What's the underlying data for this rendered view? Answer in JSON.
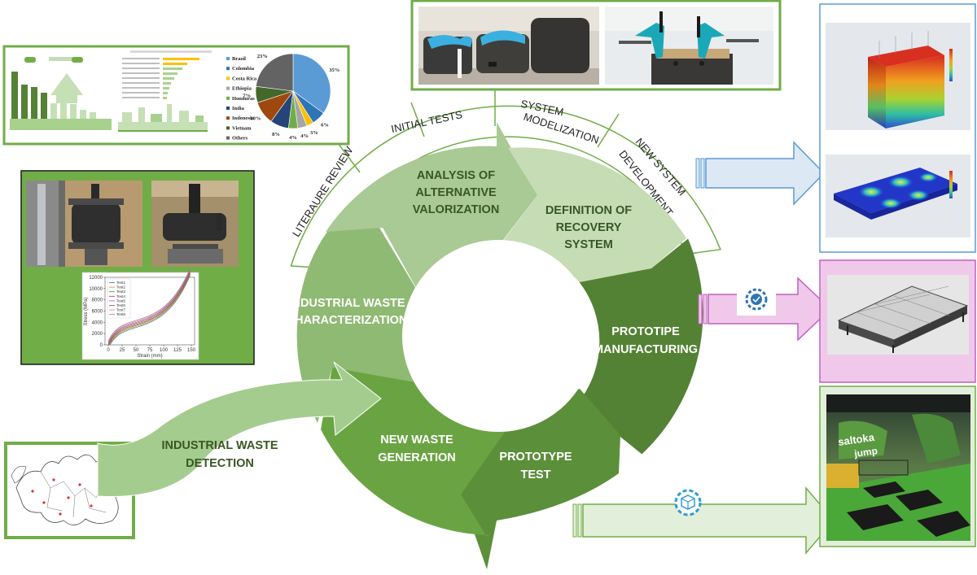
{
  "outer_band": {
    "literature": "LITERAURE REVIEW",
    "initial_tests": "INITIAL TESTS",
    "system_modelization_line1": "SYSTEM",
    "system_modelization_line2": "MODELIZATION",
    "new_system_line1": "NEW SYSTEM",
    "new_system_line2": "DEVELOPMENT"
  },
  "cycle": {
    "analysis": [
      "ANALYSIS OF",
      "ALTERNATIVE",
      "VALORIZATION"
    ],
    "definition": [
      "DEFINITION OF",
      "RECOVERY",
      "SYSTEM"
    ],
    "manufacturing": [
      "PROTOTIPE",
      "MANUFACTURING"
    ],
    "test": [
      "PROTOTYPE",
      "TEST"
    ],
    "generation": [
      "NEW WASTE",
      "GENERATION"
    ],
    "characterization": [
      "INDUSTRIAL WASTE",
      "CHARACTERIZATION"
    ]
  },
  "detection": [
    "INDUSTRIAL WASTE",
    "DETECTION"
  ],
  "stress_chart": {
    "ylabel": "Stress (MPa)",
    "xlabel": "Strain (mm)",
    "yticks": [
      "0",
      "2000",
      "4000",
      "6000",
      "8000",
      "10000",
      "12000"
    ],
    "xticks": [
      "0",
      "25",
      "50",
      "75",
      "100",
      "125",
      "150"
    ],
    "legend": [
      "Test1",
      "Test2",
      "Test3",
      "Test4",
      "Test5",
      "Test6",
      "Test7",
      "Test8"
    ],
    "colors": [
      "#1f77b4",
      "#ff7f0e",
      "#2ca02c",
      "#d62728",
      "#9467bd",
      "#8c564b",
      "#e377c2",
      "#7f7f7f"
    ]
  },
  "pie_chart": {
    "legend": [
      "Brazil",
      "Colombia",
      "Costa Rica",
      "Ethiopia",
      "Honduras",
      "India",
      "Indonesia",
      "Vietnam",
      "Others"
    ],
    "slices": [
      {
        "value": 35,
        "color": "#5b9bd5"
      },
      {
        "value": 6,
        "color": "#2e75b6"
      },
      {
        "value": 3,
        "color": "#ffc000"
      },
      {
        "value": 4,
        "color": "#a5a5a5"
      },
      {
        "value": 4,
        "color": "#70ad47"
      },
      {
        "value": 8,
        "color": "#264478"
      },
      {
        "value": 10,
        "color": "#9e480e"
      },
      {
        "value": 7,
        "color": "#43682b"
      },
      {
        "value": 23,
        "color": "#636363"
      }
    ],
    "labels": [
      "35%",
      "6%",
      "3%",
      "4%",
      "4%",
      "8%",
      "10%",
      "7%",
      "23%"
    ]
  },
  "colors": {
    "c_analysis": "#a9c995",
    "c_definition": "#c5dcb5",
    "c_manufacturing": "#548235",
    "c_test": "#5b8f3a",
    "c_generation": "#6aa442",
    "c_characterization": "#8fba73",
    "c_detection": "#a5cc8f",
    "blue_panel": "#dce9f5",
    "pink_panel": "#f0c8ea",
    "green_panel": "#e2efda"
  }
}
